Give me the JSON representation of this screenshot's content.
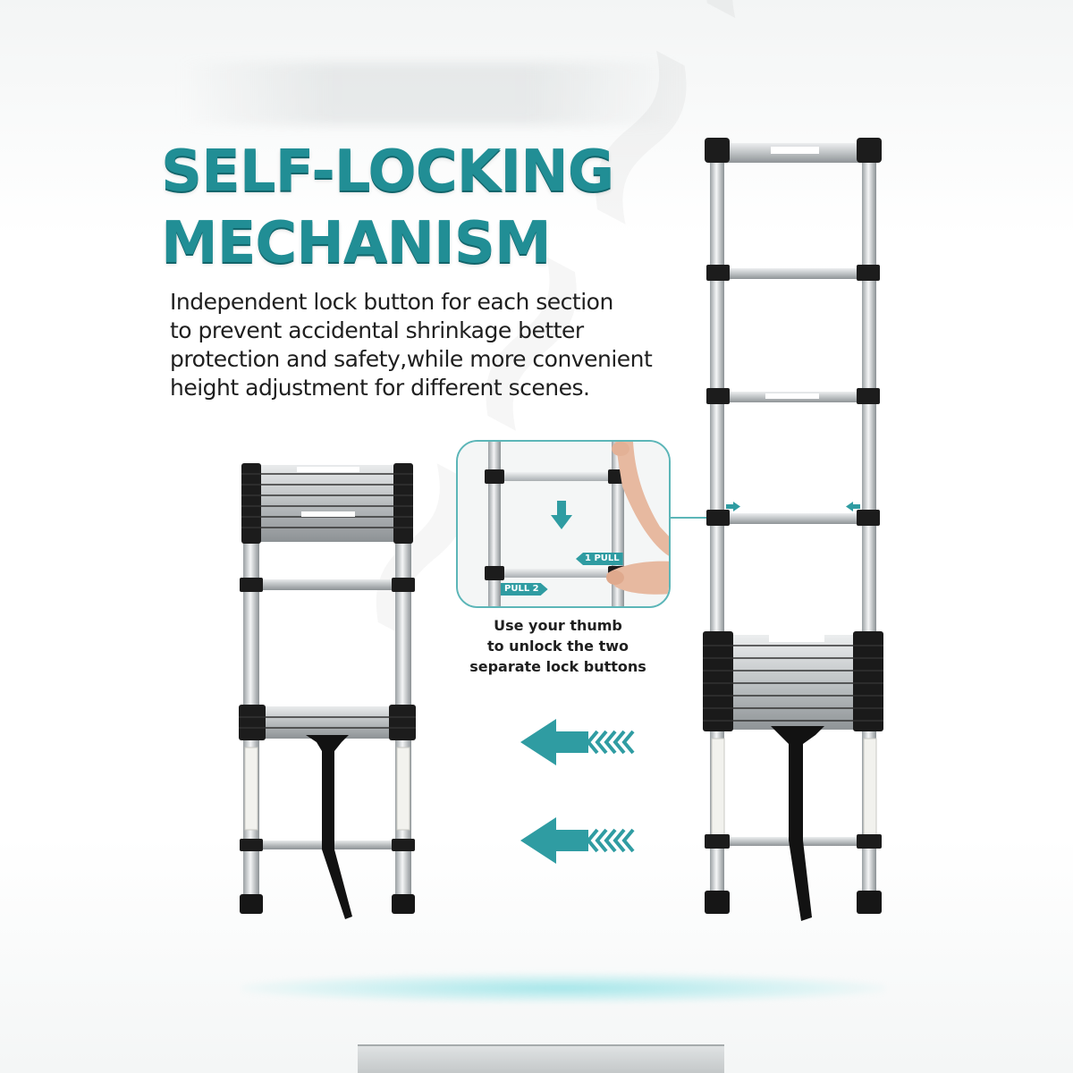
{
  "headline": {
    "line1": "SELF-LOCKING",
    "line2": "MECHANISM"
  },
  "description": {
    "line1": "Independent lock button for each section",
    "line2": "to prevent accidental shrinkage better",
    "line3": "protection and safety,while more convenient",
    "line4": "height adjustment for different scenes."
  },
  "inset": {
    "pull_1_label": "1 PULL",
    "pull_2_label": "PULL 2"
  },
  "thumb_caption": {
    "line1": "Use your thumb",
    "line2": "to unlock the two",
    "line3": "separate lock buttons"
  },
  "colors": {
    "accent": "#218e95",
    "accent_light": "#5cb6b8",
    "arrow": "#2f9ca2",
    "text": "#1f1f1f"
  },
  "icons": {
    "arrow_left": "arrow-left-icon",
    "arrow_down": "arrow-down-icon"
  }
}
